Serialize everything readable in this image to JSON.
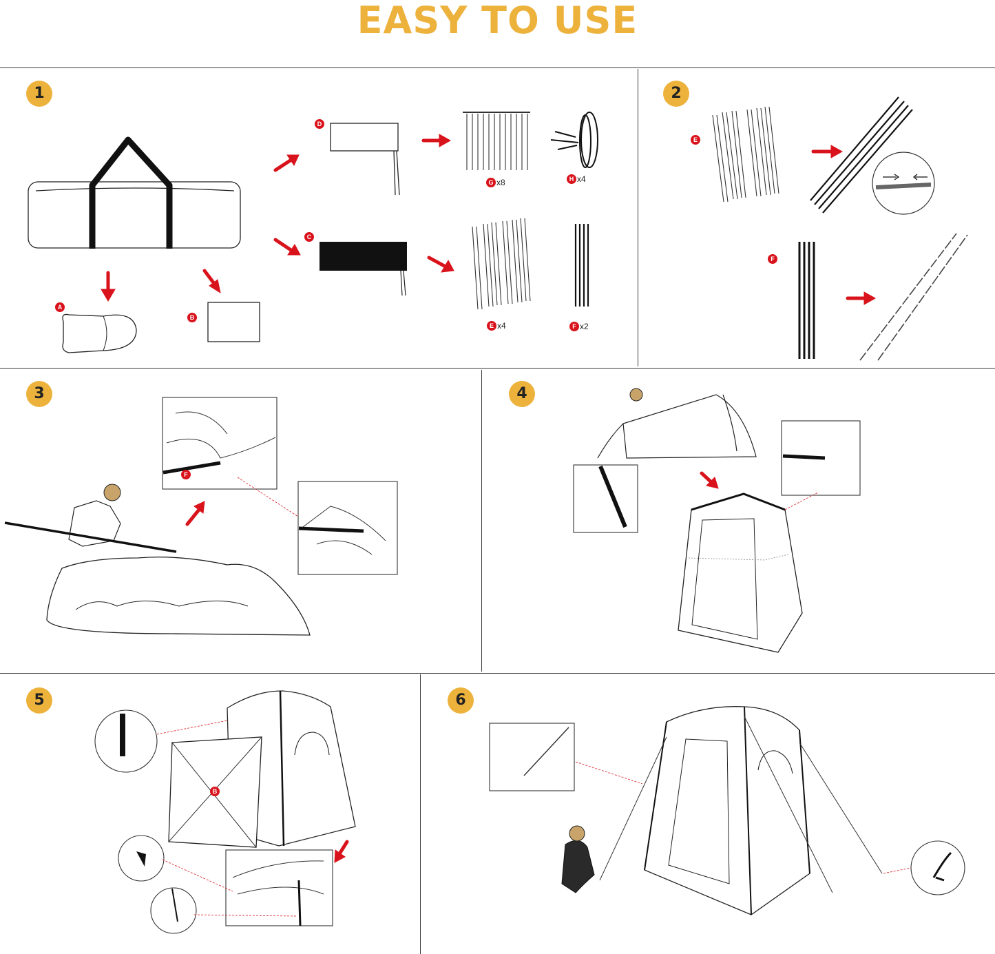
{
  "header": {
    "title": "EASY TO USE"
  },
  "colors": {
    "accent": "#EDB23C",
    "arrow": "#D9131C",
    "marker": "#D9131C",
    "line": "#222222"
  },
  "steps": [
    {
      "number": "1"
    },
    {
      "number": "2"
    },
    {
      "number": "3"
    },
    {
      "number": "4"
    },
    {
      "number": "5"
    },
    {
      "number": "6"
    }
  ],
  "parts": {
    "a": "A",
    "b": "B",
    "c": "C",
    "d": "D",
    "e": "E",
    "f": "F",
    "g": "G",
    "h": "H",
    "g_count": "x8",
    "h_count": "x4",
    "e_count": "x4",
    "f_count": "x2"
  }
}
